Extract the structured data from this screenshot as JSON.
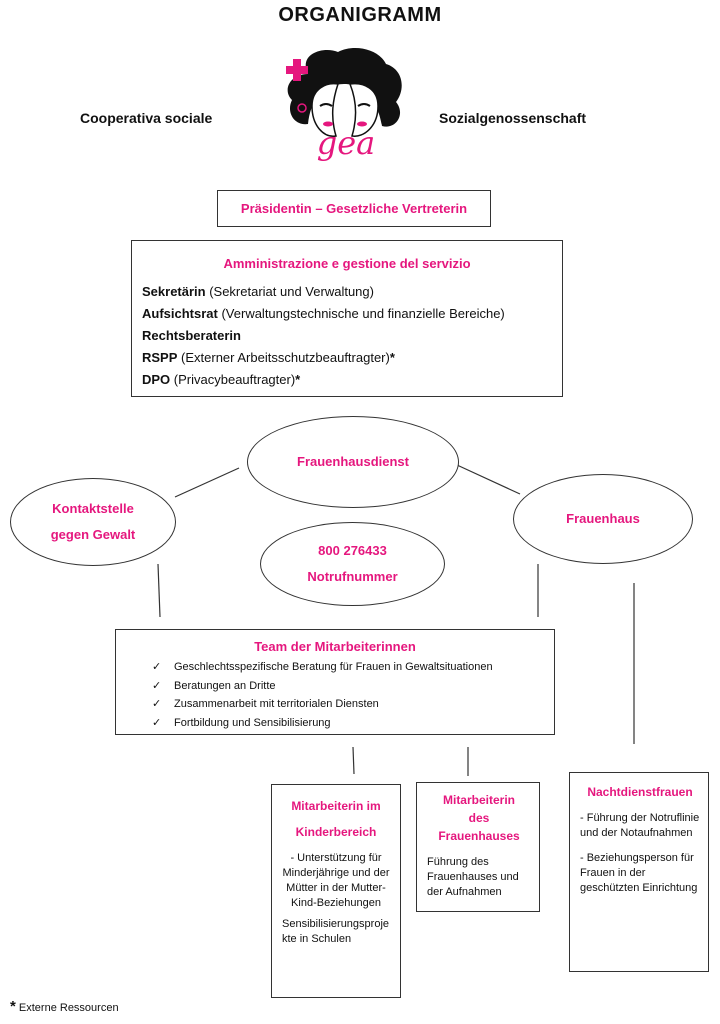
{
  "title": "ORGANIGRAMM",
  "left_label": "Cooperativa sociale",
  "right_label": "Sozialgenossenschaft",
  "logo_text": "gea",
  "president": "Präsidentin – Gesetzliche Vertreterin",
  "admin": {
    "title": "Amministrazione e gestione del servizio",
    "lines": [
      {
        "bold": "Sekretärin",
        "rest": " (Sekretariat und Verwaltung)"
      },
      {
        "bold": "Aufsichtsrat",
        "rest": " (Verwaltungstechnische und finanzielle Bereiche)"
      },
      {
        "bold": "Rechtsberaterin",
        "rest": ""
      },
      {
        "bold": "RSPP",
        "rest": " (Externer Arbeitsschutzbeauftragter)",
        "star": "*"
      },
      {
        "bold": "DPO",
        "rest": " (Privacybeauftragter)",
        "star": "*"
      }
    ]
  },
  "ellipses": {
    "frauenhausdienst": "Frauenhausdienst",
    "kontakt_1": "Kontaktstelle",
    "kontakt_2": "gegen Gewalt",
    "hotline_number": "800 276433",
    "hotline_label": "Notrufnummer",
    "frauenhaus": "Frauenhaus"
  },
  "team": {
    "title": "Team der Mitarbeiterinnen",
    "items": [
      "Geschlechtsspezifische Beratung für Frauen in Gewaltsituationen",
      "Beratungen an Dritte",
      "Zusammenarbeit mit territorialen Diensten",
      "Fortbildung und Sensibilisierung"
    ],
    "check_glyph": "✓"
  },
  "kinder": {
    "title_1": "Mitarbeiterin im",
    "title_2": "Kinderbereich",
    "text_1": "- Unterstützung für Minderjährige und der Mütter in der Mutter-Kind-Beziehungen",
    "text_2": "Sensibilisierungsprojekte in Schulen"
  },
  "frauenhaus_staff": {
    "title_1": "Mitarbeiterin",
    "title_2": "des",
    "title_3": "Frauenhauses",
    "text": "Führung des Frauenhauses und der Aufnahmen"
  },
  "nacht": {
    "title": "Nachtdienstfrauen",
    "text_1": "- Führung der Notruflinie und der Notaufnahmen",
    "text_2": "- Beziehungsperson für Frauen in der geschützten Einrichtung"
  },
  "footnote_star": "*",
  "footnote": "Externe Ressourcen",
  "colors": {
    "accent": "#e5177e",
    "line": "#333333"
  }
}
